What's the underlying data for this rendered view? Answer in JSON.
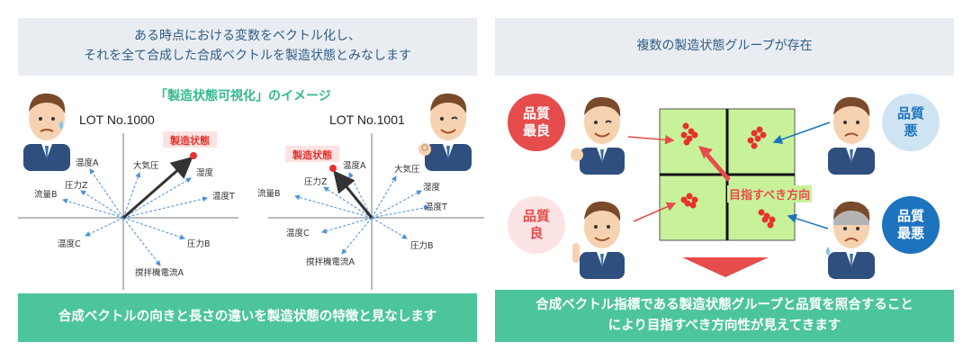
{
  "left_panel": {
    "header_line1": "ある時点における変数をベクトル化し、",
    "header_line2": "それを全て合成した合成ベクトルを製造状態とみなします",
    "image_title": "「製造状態可視化」のイメージ",
    "lot1": {
      "label": "LOT No.1000",
      "state_label": "製造状態",
      "vars": {
        "temp_a": "温度A",
        "atm": "大気圧",
        "humidity": "湿度",
        "temp_t": "温度T",
        "pressure_z": "圧力Z",
        "flow_b": "流量B",
        "temp_c": "温度C",
        "pressure_b": "圧力B",
        "stir_current_a": "撹拌機電流A"
      }
    },
    "lot2": {
      "label": "LOT No.1001",
      "state_label": "製造状態",
      "vars": {
        "temp_a": "温度A",
        "atm": "大気圧",
        "humidity": "湿度",
        "temp_t": "温度T",
        "pressure_z": "圧力Z",
        "flow_b": "流量B",
        "temp_c": "温度C",
        "pressure_b": "圧力B",
        "stir_current_a": "撹拌機電流A"
      }
    },
    "footer": "合成ベクトルの向きと長さの違いを製造状態の特徴と見なします"
  },
  "right_panel": {
    "header": "複数の製造状態グループが存在",
    "labels": {
      "best": "品質\n最良",
      "bad": "品質\n悪",
      "good": "品質\n良",
      "worst": "品質\n最悪"
    },
    "direction_label": "目指すべき方向",
    "footer_line1": "合成ベクトル指標である製造状態グループと品質を照合すること",
    "footer_line2": "により目指すべき方向性が見えてきます"
  },
  "colors": {
    "header_bg": "#e9edf2",
    "header_text": "#2f5d86",
    "footer_bg": "#4cc59b",
    "accent_red": "#e74c4c",
    "quad_green": "#c8f29a",
    "blue_circle": "#1d73be",
    "light_blue_circle": "#cfe4f3",
    "pink_circle": "#fde4e4"
  }
}
